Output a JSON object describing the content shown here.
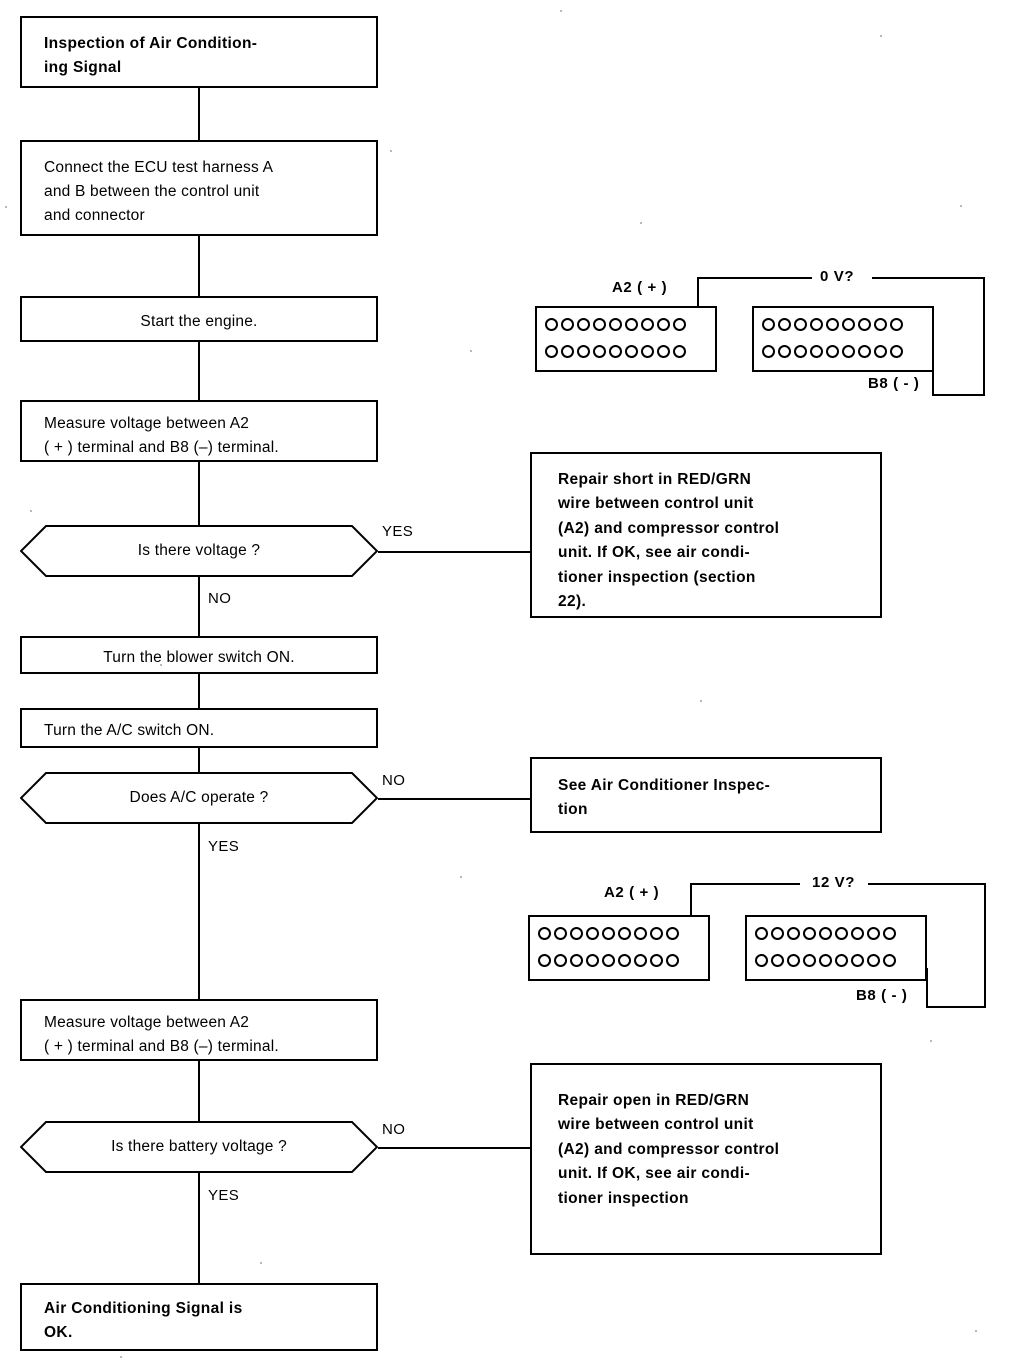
{
  "title": "Inspection of Air Conditioning Signal flowchart",
  "flow": {
    "nodes": [
      {
        "id": "start",
        "kind": "process",
        "label": "Inspection of Air Condition-\ning Signal"
      },
      {
        "id": "connect",
        "kind": "process",
        "label": "Connect the ECU test harness A\nand B between the control unit\nand connector"
      },
      {
        "id": "start_engine",
        "kind": "process",
        "label": "Start the engine."
      },
      {
        "id": "measure1",
        "kind": "process",
        "label": "Measure voltage between A2\n( + ) terminal and B8 (–) terminal."
      },
      {
        "id": "q_voltage",
        "kind": "decision",
        "label": "Is there voltage ?"
      },
      {
        "id": "blower",
        "kind": "process",
        "label": "Turn the blower switch ON."
      },
      {
        "id": "acswitch",
        "kind": "process",
        "label": "Turn the A/C switch ON."
      },
      {
        "id": "q_ac",
        "kind": "decision",
        "label": "Does A/C operate ?"
      },
      {
        "id": "measure2",
        "kind": "process",
        "label": "Measure voltage between A2\n( + ) terminal and B8 (–) terminal."
      },
      {
        "id": "q_battery",
        "kind": "decision",
        "label": "Is there battery voltage ?"
      },
      {
        "id": "ok",
        "kind": "terminal",
        "label": "Air Conditioning Signal is\nOK."
      },
      {
        "id": "repair_short",
        "kind": "action",
        "label": "Repair short in RED/GRN\nwire between control unit\n(A2) and compressor control\nunit. If OK, see air condi-\ntioner inspection (section\n22)."
      },
      {
        "id": "see_ac",
        "kind": "action",
        "label": "See Air Conditioner Inspec-\ntion"
      },
      {
        "id": "repair_open",
        "kind": "action",
        "label": "Repair open in RED/GRN\nwire between control unit\n(A2) and compressor control\nunit. If OK, see air condi-\ntioner inspection"
      }
    ],
    "branch_labels": {
      "q_voltage_yes": "YES",
      "q_voltage_no": "NO",
      "q_ac_no": "NO",
      "q_ac_yes": "YES",
      "q_battery_no": "NO",
      "q_battery_yes": "YES"
    }
  },
  "connectors": [
    {
      "id": "connector-0v",
      "measurement": "0 V?",
      "positive_label": "A2 ( + )",
      "negative_label": "B8 ( - )",
      "left_block": {
        "rows": 2,
        "pins_per_row": 9,
        "marked_pin": {
          "row": 1,
          "index": 8
        }
      },
      "right_block": {
        "rows": 2,
        "pins_per_row": 9,
        "marked_pin": {
          "row": 2,
          "index": 9
        }
      }
    },
    {
      "id": "connector-12v",
      "measurement": "12 V?",
      "positive_label": "A2 ( + )",
      "negative_label": "B8 ( - )",
      "left_block": {
        "rows": 2,
        "pins_per_row": 9,
        "marked_pin": {
          "row": 1,
          "index": 8
        }
      },
      "right_block": {
        "rows": 2,
        "pins_per_row": 9,
        "marked_pin": {
          "row": 2,
          "index": 9
        }
      }
    }
  ],
  "colors": {
    "ink": "#000000",
    "paper": "#ffffff"
  }
}
